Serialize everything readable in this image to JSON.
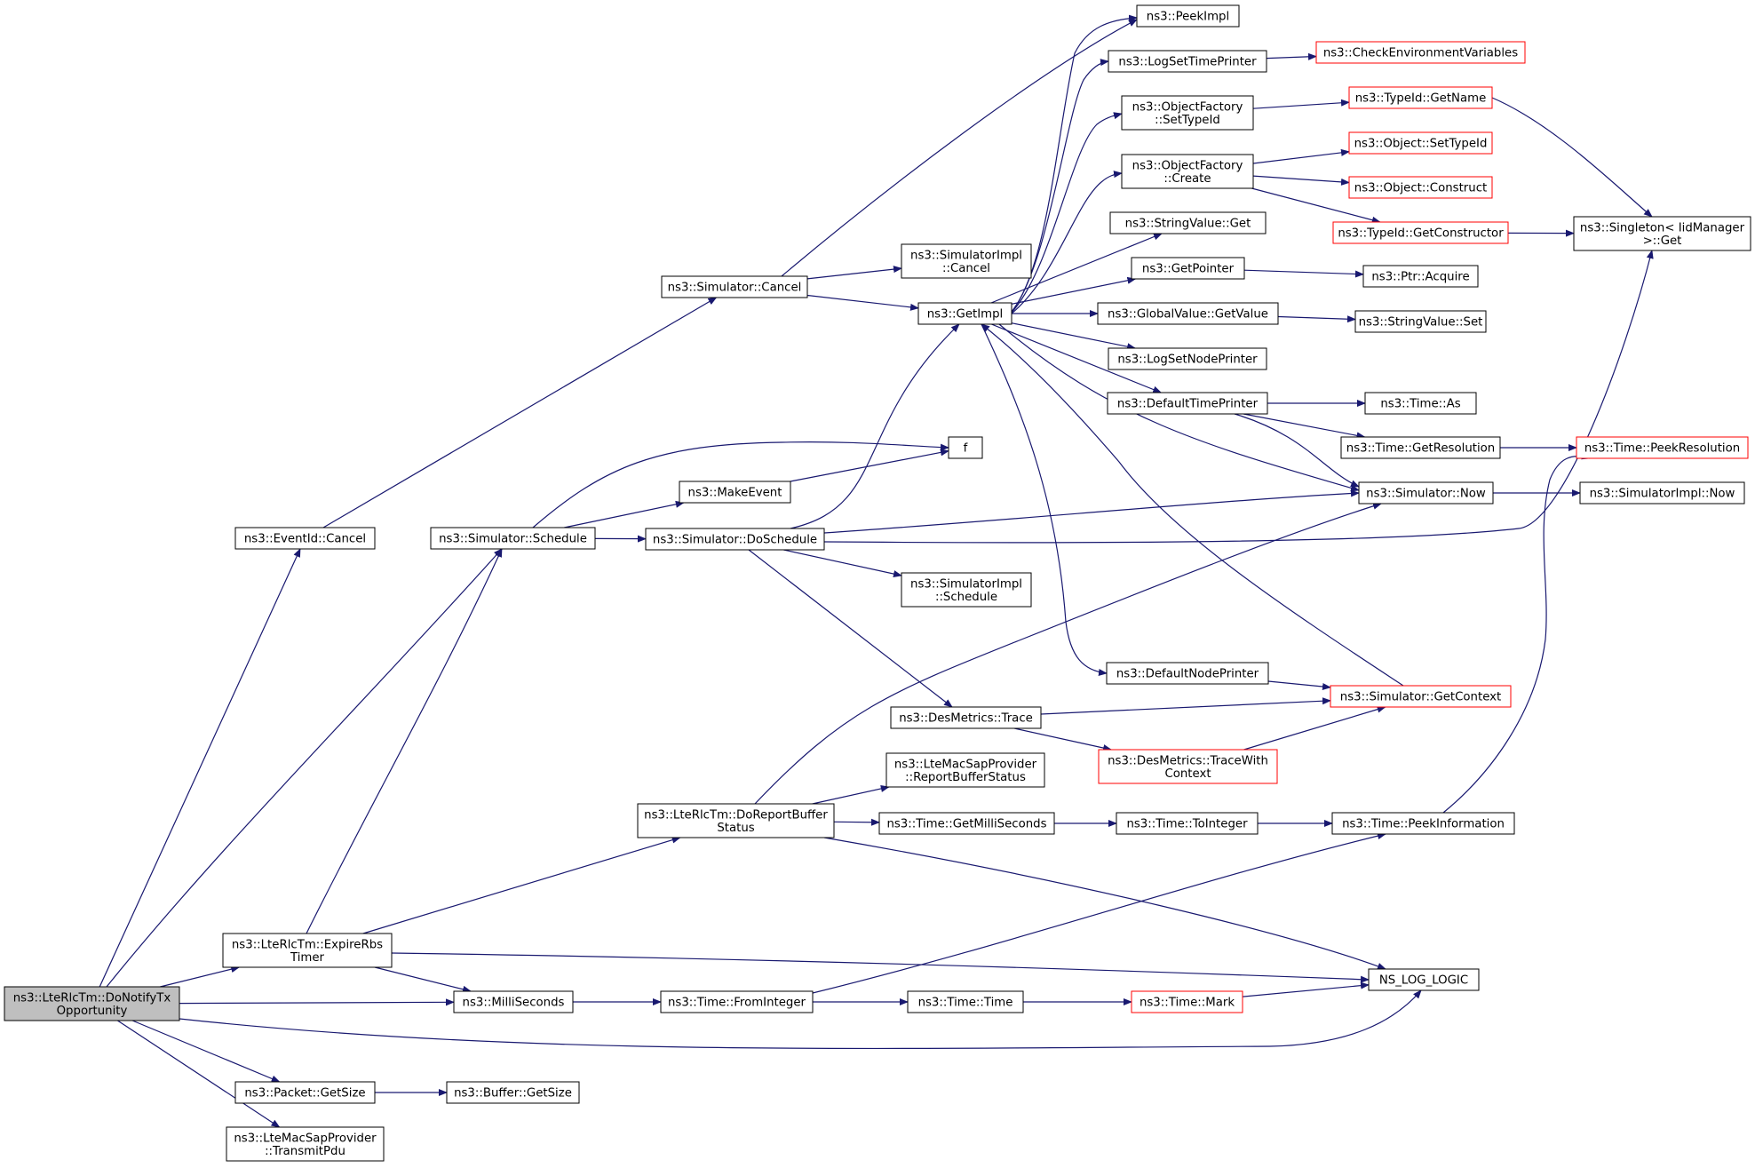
{
  "colors": {
    "edge": "#191970",
    "node_border": "#000000",
    "truncated_border": "#ff0000",
    "root_fill": "#bfbfbf",
    "node_fill": "#ffffff"
  },
  "nodes": [
    {
      "id": "root",
      "lines": [
        "ns3::LteRlcTm::DoNotifyTx",
        "Opportunity"
      ],
      "kind": "root"
    },
    {
      "id": "eventid_cancel",
      "lines": [
        "ns3::EventId::Cancel"
      ],
      "kind": "normal"
    },
    {
      "id": "expire_rbs",
      "lines": [
        "ns3::LteRlcTm::ExpireRbs",
        "Timer"
      ],
      "kind": "normal"
    },
    {
      "id": "packet_getsize",
      "lines": [
        "ns3::Packet::GetSize"
      ],
      "kind": "normal"
    },
    {
      "id": "transmit_pdu",
      "lines": [
        "ns3::LteMacSapProvider",
        "::TransmitPdu"
      ],
      "kind": "normal"
    },
    {
      "id": "schedule",
      "lines": [
        "ns3::Simulator::Schedule"
      ],
      "kind": "normal"
    },
    {
      "id": "milliseconds",
      "lines": [
        "ns3::MilliSeconds"
      ],
      "kind": "normal"
    },
    {
      "id": "buffer_getsize",
      "lines": [
        "ns3::Buffer::GetSize"
      ],
      "kind": "normal"
    },
    {
      "id": "sim_cancel",
      "lines": [
        "ns3::Simulator::Cancel"
      ],
      "kind": "normal"
    },
    {
      "id": "makeevent",
      "lines": [
        "ns3::MakeEvent"
      ],
      "kind": "normal"
    },
    {
      "id": "doschedule",
      "lines": [
        "ns3::Simulator::DoSchedule"
      ],
      "kind": "normal"
    },
    {
      "id": "report_buffer",
      "lines": [
        "ns3::LteRlcTm::DoReportBuffer",
        "Status"
      ],
      "kind": "normal"
    },
    {
      "id": "from_integer",
      "lines": [
        "ns3::Time::FromInteger"
      ],
      "kind": "normal"
    },
    {
      "id": "simimpl_cancel",
      "lines": [
        "ns3::SimulatorImpl",
        "::Cancel"
      ],
      "kind": "normal"
    },
    {
      "id": "getimpl",
      "lines": [
        "ns3::GetImpl"
      ],
      "kind": "normal"
    },
    {
      "id": "f",
      "lines": [
        "f"
      ],
      "kind": "normal"
    },
    {
      "id": "simimpl_schedule",
      "lines": [
        "ns3::SimulatorImpl",
        "::Schedule"
      ],
      "kind": "normal"
    },
    {
      "id": "desmetrics_trace",
      "lines": [
        "ns3::DesMetrics::Trace"
      ],
      "kind": "normal"
    },
    {
      "id": "report_buffer_status",
      "lines": [
        "ns3::LteMacSapProvider",
        "::ReportBufferStatus"
      ],
      "kind": "normal"
    },
    {
      "id": "get_milliseconds",
      "lines": [
        "ns3::Time::GetMilliSeconds"
      ],
      "kind": "normal"
    },
    {
      "id": "time_time",
      "lines": [
        "ns3::Time::Time"
      ],
      "kind": "normal"
    },
    {
      "id": "peekimpl",
      "lines": [
        "ns3::PeekImpl"
      ],
      "kind": "normal"
    },
    {
      "id": "logset_time",
      "lines": [
        "ns3::LogSetTimePrinter"
      ],
      "kind": "normal"
    },
    {
      "id": "of_settypeid",
      "lines": [
        "ns3::ObjectFactory",
        "::SetTypeId"
      ],
      "kind": "normal"
    },
    {
      "id": "of_create",
      "lines": [
        "ns3::ObjectFactory",
        "::Create"
      ],
      "kind": "normal"
    },
    {
      "id": "stringvalue_get",
      "lines": [
        "ns3::StringValue::Get"
      ],
      "kind": "normal"
    },
    {
      "id": "getpointer",
      "lines": [
        "ns3::GetPointer"
      ],
      "kind": "normal"
    },
    {
      "id": "gv_getvalue",
      "lines": [
        "ns3::GlobalValue::GetValue"
      ],
      "kind": "normal"
    },
    {
      "id": "logset_node",
      "lines": [
        "ns3::LogSetNodePrinter"
      ],
      "kind": "normal"
    },
    {
      "id": "default_time",
      "lines": [
        "ns3::DefaultTimePrinter"
      ],
      "kind": "normal"
    },
    {
      "id": "default_node",
      "lines": [
        "ns3::DefaultNodePrinter"
      ],
      "kind": "normal"
    },
    {
      "id": "trace_with_context",
      "lines": [
        "ns3::DesMetrics::TraceWith",
        "Context"
      ],
      "kind": "truncated"
    },
    {
      "id": "to_integer",
      "lines": [
        "ns3::Time::ToInteger"
      ],
      "kind": "normal"
    },
    {
      "id": "time_mark",
      "lines": [
        "ns3::Time::Mark"
      ],
      "kind": "truncated"
    },
    {
      "id": "check_env",
      "lines": [
        "ns3::CheckEnvironmentVariables"
      ],
      "kind": "truncated"
    },
    {
      "id": "typeid_getname",
      "lines": [
        "ns3::TypeId::GetName"
      ],
      "kind": "truncated"
    },
    {
      "id": "object_settypeid",
      "lines": [
        "ns3::Object::SetTypeId"
      ],
      "kind": "truncated"
    },
    {
      "id": "object_construct",
      "lines": [
        "ns3::Object::Construct"
      ],
      "kind": "truncated"
    },
    {
      "id": "typeid_getconstructor",
      "lines": [
        "ns3::TypeId::GetConstructor"
      ],
      "kind": "truncated"
    },
    {
      "id": "ptr_acquire",
      "lines": [
        "ns3::Ptr::Acquire"
      ],
      "kind": "normal"
    },
    {
      "id": "stringvalue_set",
      "lines": [
        "ns3::StringValue::Set"
      ],
      "kind": "normal"
    },
    {
      "id": "time_as",
      "lines": [
        "ns3::Time::As"
      ],
      "kind": "normal"
    },
    {
      "id": "get_resolution",
      "lines": [
        "ns3::Time::GetResolution"
      ],
      "kind": "normal"
    },
    {
      "id": "sim_now",
      "lines": [
        "ns3::Simulator::Now"
      ],
      "kind": "normal"
    },
    {
      "id": "get_context",
      "lines": [
        "ns3::Simulator::GetContext"
      ],
      "kind": "truncated"
    },
    {
      "id": "peek_information",
      "lines": [
        "ns3::Time::PeekInformation"
      ],
      "kind": "normal"
    },
    {
      "id": "ns_log_logic",
      "lines": [
        "NS_LOG_LOGIC"
      ],
      "kind": "normal"
    },
    {
      "id": "singleton_get",
      "lines": [
        "ns3::Singleton< IidManager",
        " >::Get"
      ],
      "kind": "normal"
    },
    {
      "id": "peek_resolution",
      "lines": [
        "ns3::Time::PeekResolution"
      ],
      "kind": "truncated"
    },
    {
      "id": "simimpl_now",
      "lines": [
        "ns3::SimulatorImpl::Now"
      ],
      "kind": "normal"
    }
  ],
  "edges": [
    {
      "from": "root",
      "to": "eventid_cancel"
    },
    {
      "from": "root",
      "to": "expire_rbs"
    },
    {
      "from": "root",
      "to": "packet_getsize"
    },
    {
      "from": "root",
      "to": "transmit_pdu"
    },
    {
      "from": "root",
      "to": "schedule"
    },
    {
      "from": "root",
      "to": "milliseconds"
    },
    {
      "from": "root",
      "to": "ns_log_logic"
    },
    {
      "from": "eventid_cancel",
      "to": "sim_cancel"
    },
    {
      "from": "expire_rbs",
      "to": "schedule"
    },
    {
      "from": "expire_rbs",
      "to": "milliseconds"
    },
    {
      "from": "expire_rbs",
      "to": "report_buffer"
    },
    {
      "from": "expire_rbs",
      "to": "ns_log_logic"
    },
    {
      "from": "packet_getsize",
      "to": "buffer_getsize"
    },
    {
      "from": "schedule",
      "to": "f"
    },
    {
      "from": "schedule",
      "to": "makeevent"
    },
    {
      "from": "schedule",
      "to": "doschedule"
    },
    {
      "from": "milliseconds",
      "to": "from_integer"
    },
    {
      "from": "sim_cancel",
      "to": "peekimpl"
    },
    {
      "from": "sim_cancel",
      "to": "simimpl_cancel"
    },
    {
      "from": "sim_cancel",
      "to": "getimpl"
    },
    {
      "from": "makeevent",
      "to": "f"
    },
    {
      "from": "doschedule",
      "to": "getimpl"
    },
    {
      "from": "doschedule",
      "to": "sim_now"
    },
    {
      "from": "doschedule",
      "to": "singleton_get"
    },
    {
      "from": "doschedule",
      "to": "simimpl_schedule"
    },
    {
      "from": "doschedule",
      "to": "desmetrics_trace"
    },
    {
      "from": "report_buffer",
      "to": "sim_now"
    },
    {
      "from": "report_buffer",
      "to": "report_buffer_status"
    },
    {
      "from": "report_buffer",
      "to": "get_milliseconds"
    },
    {
      "from": "report_buffer",
      "to": "ns_log_logic"
    },
    {
      "from": "from_integer",
      "to": "peek_information"
    },
    {
      "from": "from_integer",
      "to": "time_time"
    },
    {
      "from": "getimpl",
      "to": "peekimpl"
    },
    {
      "from": "getimpl",
      "to": "logset_time"
    },
    {
      "from": "getimpl",
      "to": "of_settypeid"
    },
    {
      "from": "getimpl",
      "to": "of_create"
    },
    {
      "from": "getimpl",
      "to": "stringvalue_get"
    },
    {
      "from": "getimpl",
      "to": "getpointer"
    },
    {
      "from": "getimpl",
      "to": "gv_getvalue"
    },
    {
      "from": "getimpl",
      "to": "logset_node"
    },
    {
      "from": "getimpl",
      "to": "default_time"
    },
    {
      "from": "getimpl",
      "to": "default_node"
    },
    {
      "from": "getimpl",
      "to": "sim_now"
    },
    {
      "from": "desmetrics_trace",
      "to": "get_context"
    },
    {
      "from": "desmetrics_trace",
      "to": "trace_with_context"
    },
    {
      "from": "get_milliseconds",
      "to": "to_integer"
    },
    {
      "from": "time_time",
      "to": "time_mark"
    },
    {
      "from": "logset_time",
      "to": "check_env"
    },
    {
      "from": "of_settypeid",
      "to": "typeid_getname"
    },
    {
      "from": "of_create",
      "to": "object_settypeid"
    },
    {
      "from": "of_create",
      "to": "object_construct"
    },
    {
      "from": "of_create",
      "to": "typeid_getconstructor"
    },
    {
      "from": "getpointer",
      "to": "ptr_acquire"
    },
    {
      "from": "gv_getvalue",
      "to": "stringvalue_set"
    },
    {
      "from": "default_time",
      "to": "time_as"
    },
    {
      "from": "default_time",
      "to": "get_resolution"
    },
    {
      "from": "default_time",
      "to": "sim_now"
    },
    {
      "from": "default_node",
      "to": "get_context"
    },
    {
      "from": "trace_with_context",
      "to": "get_context"
    },
    {
      "from": "get_context",
      "to": "getimpl"
    },
    {
      "from": "to_integer",
      "to": "peek_information"
    },
    {
      "from": "time_mark",
      "to": "ns_log_logic"
    },
    {
      "from": "typeid_getname",
      "to": "singleton_get"
    },
    {
      "from": "typeid_getconstructor",
      "to": "singleton_get"
    },
    {
      "from": "get_resolution",
      "to": "peek_resolution"
    },
    {
      "from": "sim_now",
      "to": "simimpl_now"
    },
    {
      "from": "peek_information",
      "to": "peek_resolution"
    }
  ]
}
